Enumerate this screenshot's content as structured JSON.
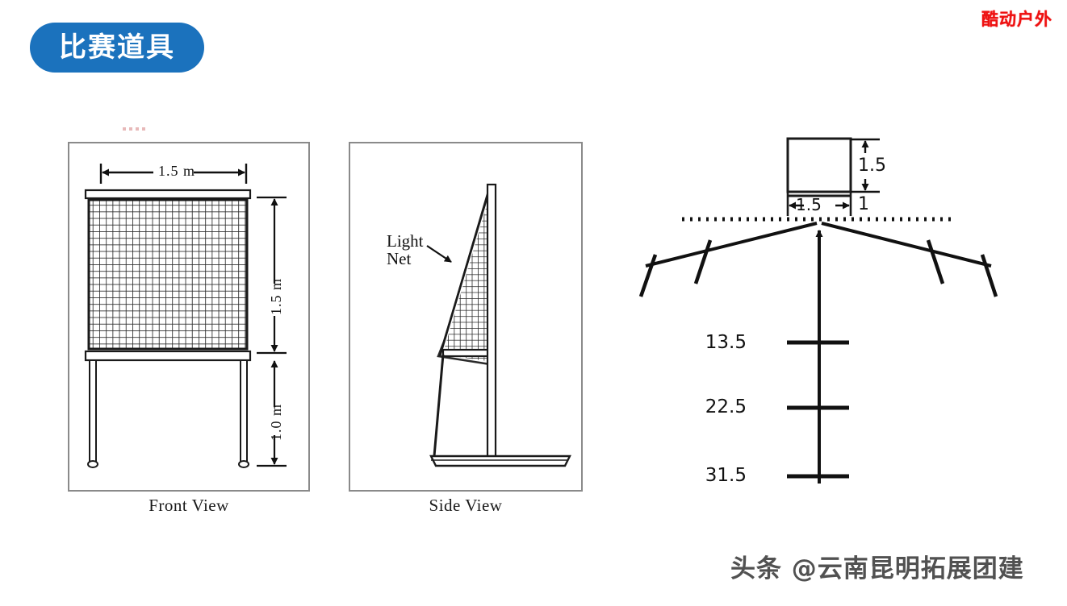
{
  "header": {
    "badge_label": "比赛道具",
    "badge_color": "#1b72bd",
    "badge_text_color": "#ffffff",
    "brand_logo": "酷动户外",
    "brand_color": "#ee1111"
  },
  "diagrams": {
    "front_view": {
      "caption": "Front View",
      "width_dimension": "1.5 m",
      "net_height_dimension": "1.5 m",
      "leg_height_dimension": "1.0 m"
    },
    "side_view": {
      "caption": "Side View",
      "annotation_line1": "Light",
      "annotation_line2": "Net"
    },
    "plan_view": {
      "target_height": "1.5",
      "target_width": "1.5",
      "ground_offset": "1",
      "distance_markers": [
        "13.5",
        "22.5",
        "31.5"
      ]
    }
  },
  "watermark": {
    "text": "头条 @云南昆明拓展团建"
  }
}
